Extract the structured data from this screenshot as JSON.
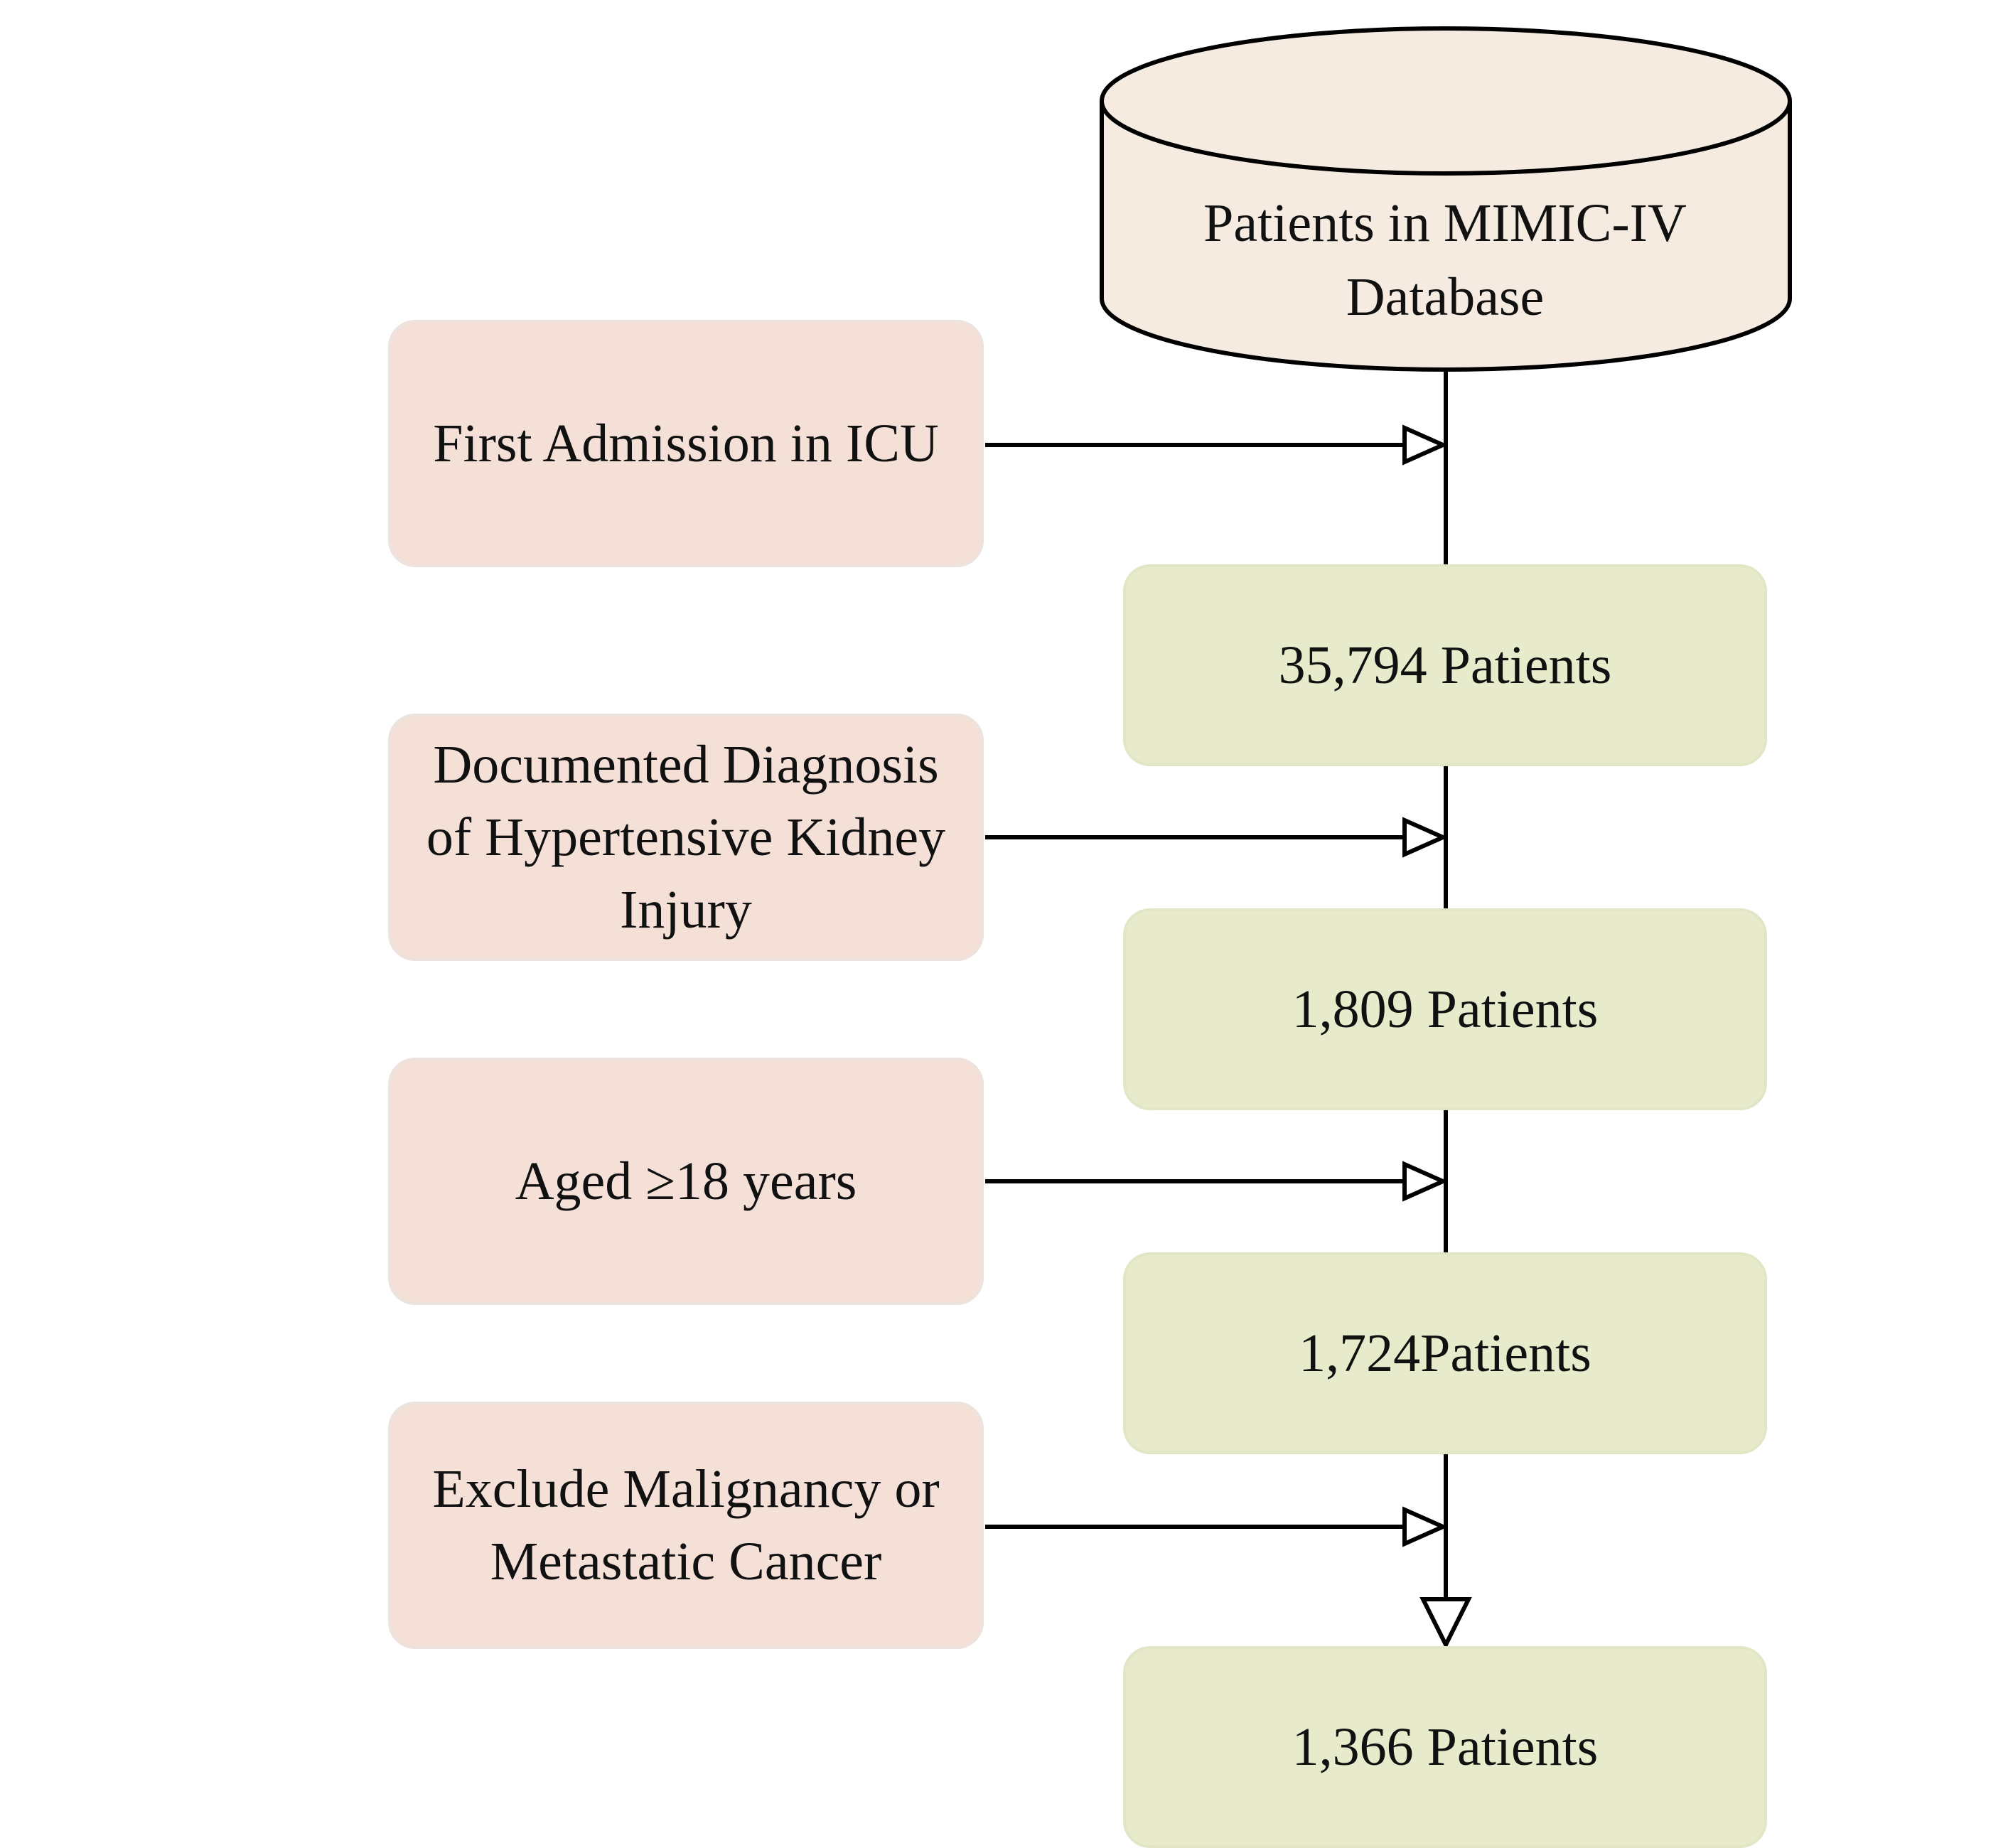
{
  "database": {
    "label": "Patients in MIMIC-IV\nDatabase"
  },
  "criteria": [
    {
      "label": "First Admission in ICU"
    },
    {
      "label": "Documented Diagnosis\nof Hypertensive Kidney\nInjury"
    },
    {
      "label": "Aged ≥18 years"
    },
    {
      "label": "Exclude Malignancy or\nMetastatic Cancer"
    }
  ],
  "counts": [
    {
      "label": "35,794 Patients"
    },
    {
      "label": "1,809 Patients"
    },
    {
      "label": "1,724Patients"
    },
    {
      "label": "1,366 Patients"
    }
  ],
  "colors": {
    "criteria_fill": "#f5e0d7",
    "count_fill": "#e8ebcb",
    "database_fill": "#f5ebe1",
    "line": "#000000"
  }
}
